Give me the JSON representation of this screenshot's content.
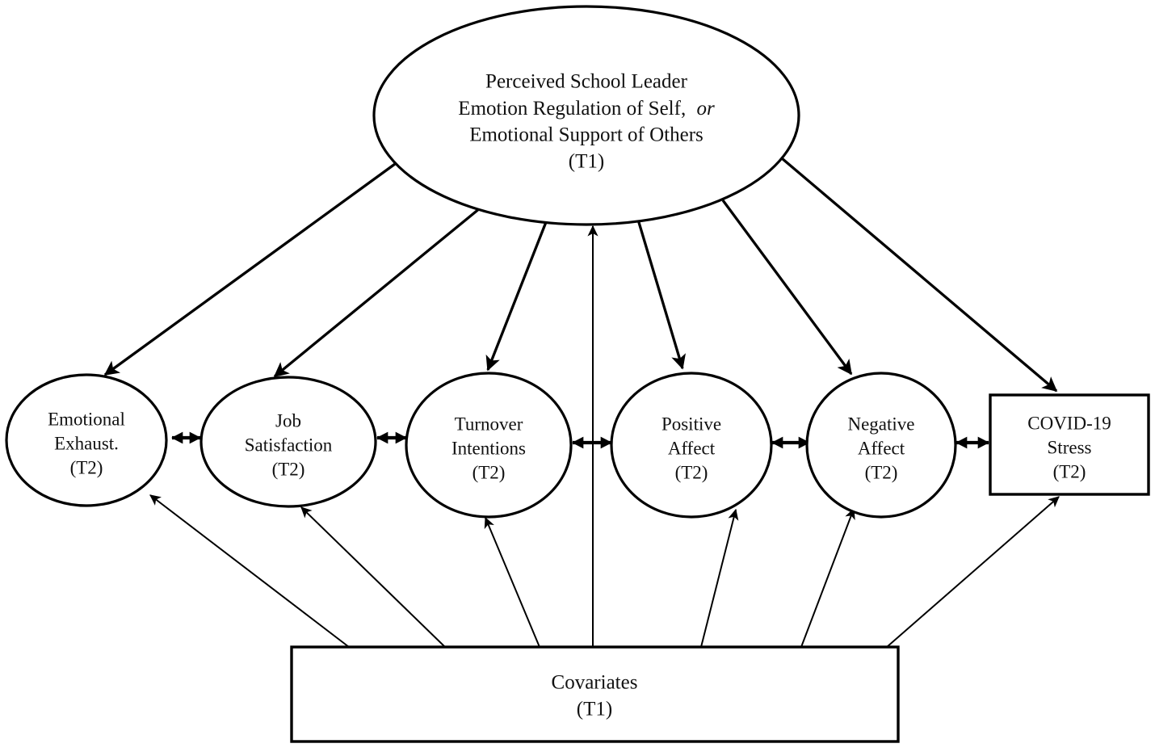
{
  "figure": {
    "type": "path-model-diagram",
    "background_color": "#ffffff",
    "line_color": "#000000",
    "text_color": "#111111"
  },
  "nodes": {
    "predictor": {
      "id": "perceived-school-leader",
      "shape": "ellipse",
      "line1": "Perceived School Leader",
      "line2a": "Emotion Regulation of Self,",
      "line2b": "or",
      "line3": "Emotional Support of Others",
      "time": "(T1)"
    },
    "outcomes": [
      {
        "id": "emotional-exhaustion",
        "shape": "ellipse",
        "line1": "Emotional",
        "line2": "Exhaust.",
        "time": "(T2)"
      },
      {
        "id": "job-satisfaction",
        "shape": "ellipse",
        "line1": "Job",
        "line2": "Satisfaction",
        "time": "(T2)"
      },
      {
        "id": "turnover-intentions",
        "shape": "ellipse",
        "line1": "Turnover",
        "line2": "Intentions",
        "time": "(T2)"
      },
      {
        "id": "positive-affect",
        "shape": "ellipse",
        "line1": "Positive",
        "line2": "Affect",
        "time": "(T2)"
      },
      {
        "id": "negative-affect",
        "shape": "ellipse",
        "line1": "Negative",
        "line2": "Affect",
        "time": "(T2)"
      },
      {
        "id": "covid-19-stress",
        "shape": "rectangle",
        "line1": "COVID-19",
        "line2": "Stress",
        "time": "(T2)"
      }
    ],
    "covariates": {
      "id": "covariates",
      "shape": "rectangle",
      "line1": "Covariates",
      "time": "(T1)"
    }
  },
  "edges": {
    "predictor_to_outcomes": [
      "perceived-school-leader -> emotional-exhaustion",
      "perceived-school-leader -> job-satisfaction",
      "perceived-school-leader -> turnover-intentions",
      "perceived-school-leader -> positive-affect",
      "perceived-school-leader -> negative-affect",
      "perceived-school-leader -> covid-19-stress"
    ],
    "covariates_to_outcomes": [
      "covariates -> emotional-exhaustion",
      "covariates -> job-satisfaction",
      "covariates -> turnover-intentions",
      "covariates -> positive-affect",
      "covariates -> negative-affect",
      "covariates -> covid-19-stress"
    ],
    "covariates_to_predictor": [
      "covariates -> perceived-school-leader"
    ],
    "correlations": [
      "emotional-exhaustion <-> job-satisfaction",
      "job-satisfaction <-> turnover-intentions",
      "turnover-intentions <-> positive-affect",
      "positive-affect <-> negative-affect",
      "negative-affect <-> covid-19-stress"
    ]
  }
}
